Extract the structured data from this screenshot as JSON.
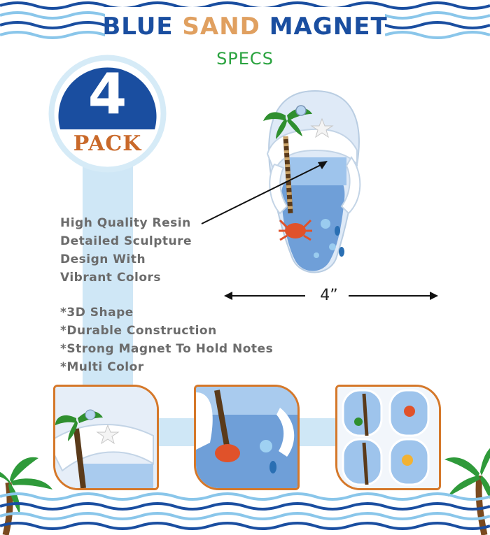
{
  "title": {
    "part1": "BLUE ",
    "part2": "SAND",
    "part3": " MAGNET"
  },
  "subtitle": "SPECS",
  "badge": {
    "number": "4",
    "label": "PACK"
  },
  "features_a": [
    "High Quality Resin",
    "Detailed Sculpture",
    "Design With",
    "Vibrant Colors"
  ],
  "features_b": [
    "*3D Shape",
    "*Durable Construction",
    "*Strong Magnet To Hold Notes",
    "*Multi Color"
  ],
  "dimension": "4”",
  "colors": {
    "navy": "#1a4ea0",
    "sand": "#e0a060",
    "green": "#2aa33f",
    "orange_border": "#d5782a",
    "light_blue": "#c9e4f5"
  }
}
